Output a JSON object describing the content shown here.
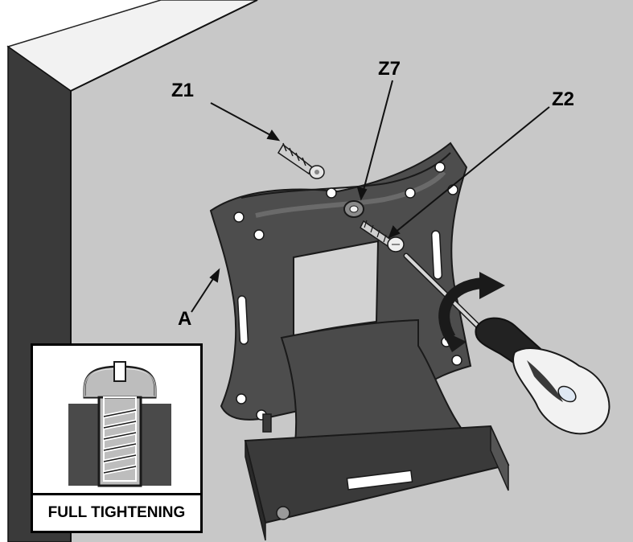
{
  "labels": {
    "z1": "Z1",
    "z7": "Z7",
    "z2": "Z2",
    "a": "A"
  },
  "inset": {
    "caption": "FULL TIGHTENING",
    "icon": "screw-fully-tightened-icon"
  },
  "colors": {
    "wall": "#c8c8c8",
    "wall_side": "#3a3a3a",
    "bracket": "#4a4a4a",
    "inset_block": "#4a4a4a"
  }
}
